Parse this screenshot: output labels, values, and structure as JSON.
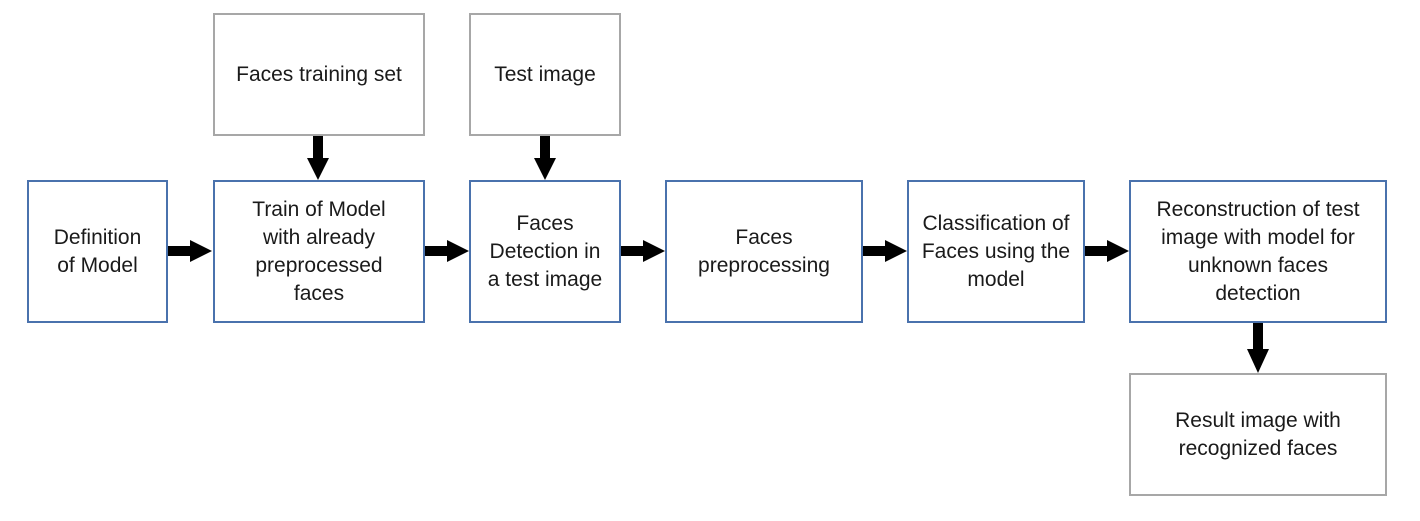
{
  "diagram": {
    "nodes": {
      "definition": "Definition\nof Model",
      "train": "Train of Model\nwith already\npreprocessed\nfaces",
      "training_set": "Faces training set",
      "detection": "Faces\nDetection in\na test image",
      "test_image": "Test image",
      "preprocessing": "Faces\npreprocessing",
      "classification": "Classification of\nFaces using the\nmodel",
      "reconstruction": "Reconstruction of test\nimage with model for\nunknown faces\ndetection",
      "result": "Result image with\nrecognized faces"
    },
    "edges": [
      {
        "from": "definition",
        "to": "train"
      },
      {
        "from": "training_set",
        "to": "train"
      },
      {
        "from": "train",
        "to": "detection"
      },
      {
        "from": "test_image",
        "to": "detection"
      },
      {
        "from": "detection",
        "to": "preprocessing"
      },
      {
        "from": "preprocessing",
        "to": "classification"
      },
      {
        "from": "classification",
        "to": "reconstruction"
      },
      {
        "from": "reconstruction",
        "to": "result"
      }
    ],
    "colors": {
      "process_border": "#4a72ad",
      "io_border": "#a7a7a7",
      "arrow": "#000000"
    }
  }
}
